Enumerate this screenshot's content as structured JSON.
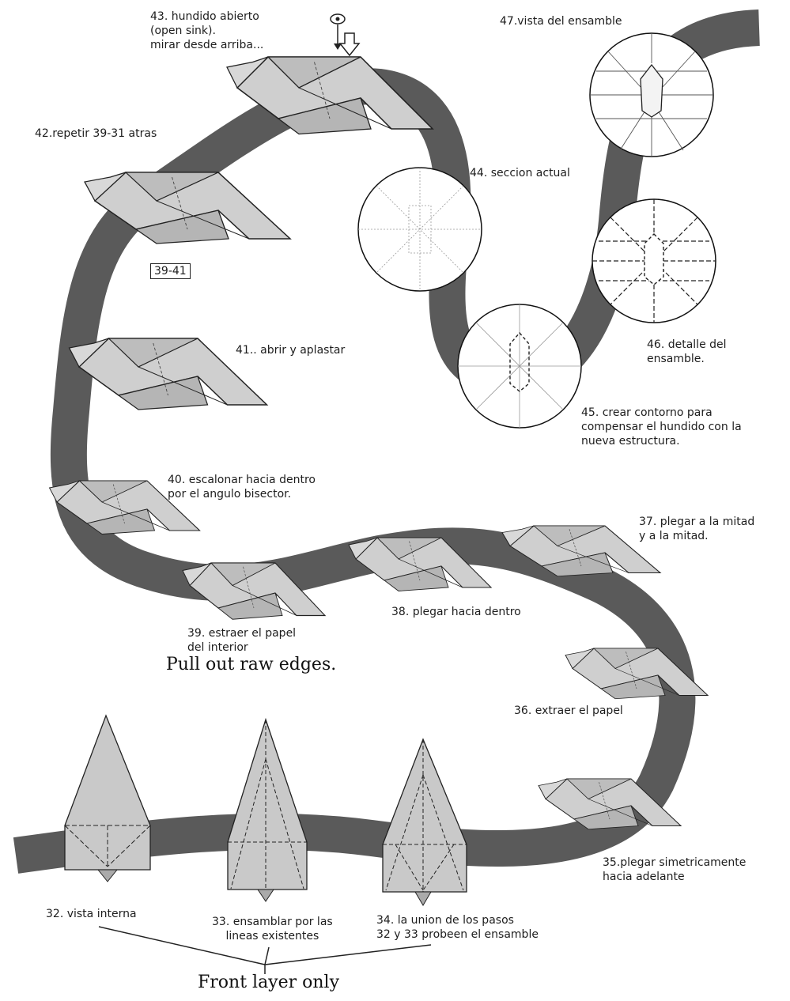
{
  "steps": {
    "s32": "32. vista interna",
    "s33": [
      "33. ensamblar por las",
      "lineas existentes"
    ],
    "s34": [
      "34. la union de los pasos",
      "32 y 33 probeen el ensamble"
    ],
    "s35": [
      "35.plegar simetricamente",
      "hacia adelante"
    ],
    "s36": "36. extraer el papel",
    "s37": [
      "37. plegar a la mitad",
      "y a la mitad."
    ],
    "s38": "38. plegar hacia dentro",
    "s39": [
      "39. estraer el papel",
      "del interior"
    ],
    "s40": [
      "40. escalonar hacia dentro",
      "por el angulo bisector."
    ],
    "s41": "41.. abrir y aplastar",
    "s42": "42.repetir 39-31 atras",
    "s42_box": "39-41",
    "s43": [
      "43. hundido abierto",
      "(open sink).",
      "mirar desde arriba..."
    ],
    "s44": "44. seccion actual",
    "s45": [
      "45. crear contorno para",
      "compensar el hundido con la",
      "nueva estructura."
    ],
    "s46": [
      "46. detalle del",
      "ensamble."
    ],
    "s47": "47.vista del ensamble"
  },
  "captions": {
    "pull_out": "Pull out raw edges.",
    "front_layer": "Front layer only"
  },
  "colors": {
    "band": "#5a5a5a",
    "paper": "#cfcfcf",
    "paper_dark": "#a9a9a9",
    "ink": "#222222"
  }
}
